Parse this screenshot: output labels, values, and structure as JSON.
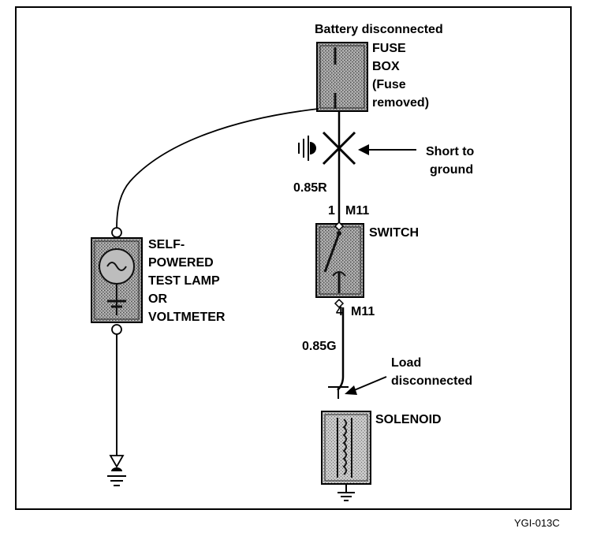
{
  "battery_note": "Battery disconnected",
  "fuse_box": {
    "line1": "FUSE",
    "line2": "BOX",
    "line3": "(Fuse",
    "line4": "removed)"
  },
  "short": {
    "line1": "Short to",
    "line2": "ground"
  },
  "wire_red": "0.85R",
  "switch": {
    "pin_top": "1",
    "conn_top": "M11",
    "label": "SWITCH",
    "pin_bottom": "4",
    "conn_bottom": "M11"
  },
  "wire_green": "0.85G",
  "load": {
    "line1": "Load",
    "line2": "disconnected"
  },
  "solenoid": "SOLENOID",
  "tester": {
    "line1": "SELF-",
    "line2": "POWERED",
    "line3": "TEST LAMP",
    "line4": "OR",
    "line5": "VOLTMETER"
  },
  "figure_code": "YGI-013C",
  "colors": {
    "ink": "#000000",
    "component_fill": "#8a8a8a",
    "background": "#ffffff"
  }
}
